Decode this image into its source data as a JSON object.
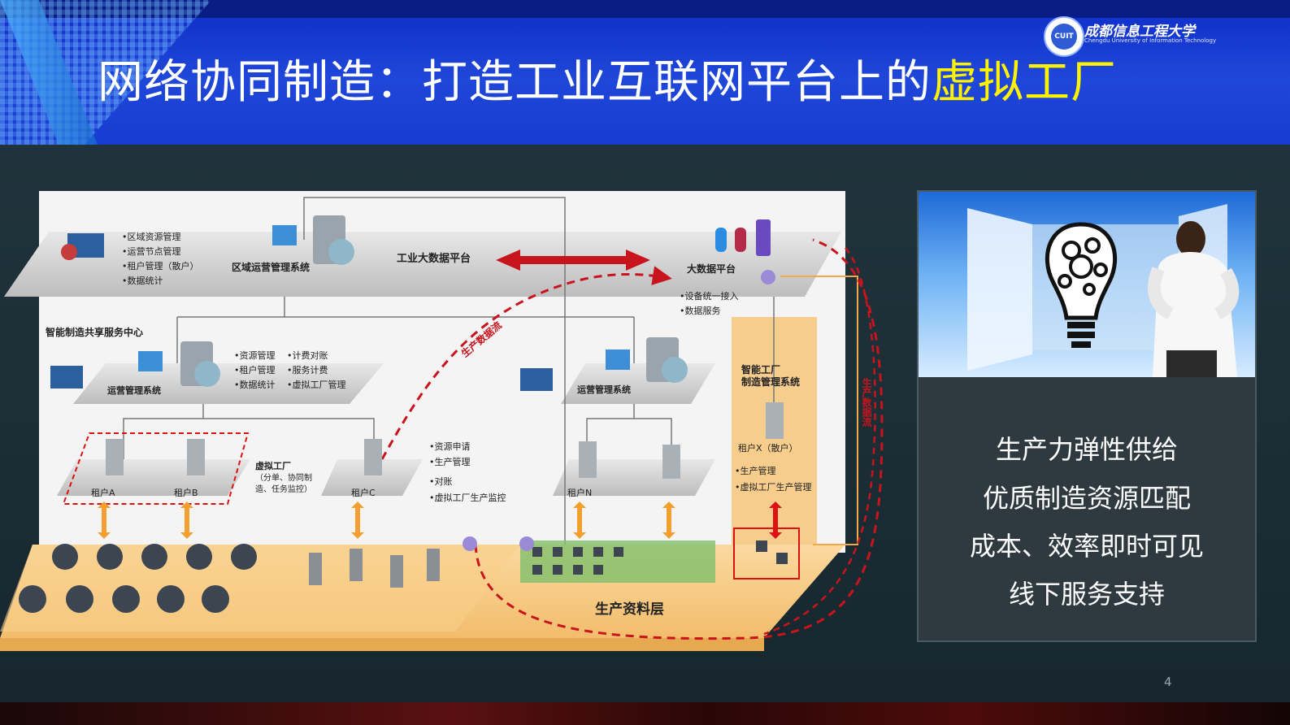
{
  "slide": {
    "title_main": "网络协同制造：打造工业互联网平台上的",
    "title_highlight": "虚拟工厂",
    "page_number": "4"
  },
  "logo": {
    "emblem": "CUIT",
    "name": "成都信息工程大学",
    "subtitle": "Chengdu University of Information Technology"
  },
  "diagram": {
    "top_bullets": [
      "区域资源管理",
      "运营节点管理",
      "租户管理（散户）",
      "数据统计"
    ],
    "regional_system": "区域运营管理系统",
    "industrial_platform": "工业大数据平台",
    "bigdata_platform": "大数据平台",
    "bigdata_bullets": [
      "设备统一接入",
      "数据服务"
    ],
    "service_center": "智能制造共享服务中心",
    "ops_system_left": "运营管理系统",
    "ops_bullets": [
      "资源管理",
      "计费对账",
      "租户管理",
      "服务计费",
      "数据统计",
      "虚拟工厂管理"
    ],
    "data_flow": "生产数据流",
    "ops_system_right": "运营管理系统",
    "smart_factory": [
      "智能工厂",
      "制造管理系统"
    ],
    "tenant_px": "租户X（散户）",
    "px_bullets": [
      "生产管理",
      "虚拟工厂生产管理"
    ],
    "tenant_a": "租户A",
    "tenant_b": "租户B",
    "virtual_factory": [
      "虚拟工厂",
      "（分单、协同制",
      "造、任务监控）"
    ],
    "tenant_c": "租户C",
    "c_bullets": [
      "资源申请",
      "生产管理",
      "对账",
      "虚拟工厂生产监控"
    ],
    "tenant_n": "租户N",
    "production_layer": "生产资料层",
    "right_vertical_flow": "生产数据流"
  },
  "panel": {
    "items": [
      "生产力弹性供给",
      "优质制造资源匹配",
      "成本、效率即时可见",
      "线下服务支持"
    ]
  },
  "colors": {
    "title_highlight": "#fff200",
    "header_blue": "#1f47d9",
    "flow_red": "#c8141c",
    "production_orange": "#f6c67a"
  }
}
